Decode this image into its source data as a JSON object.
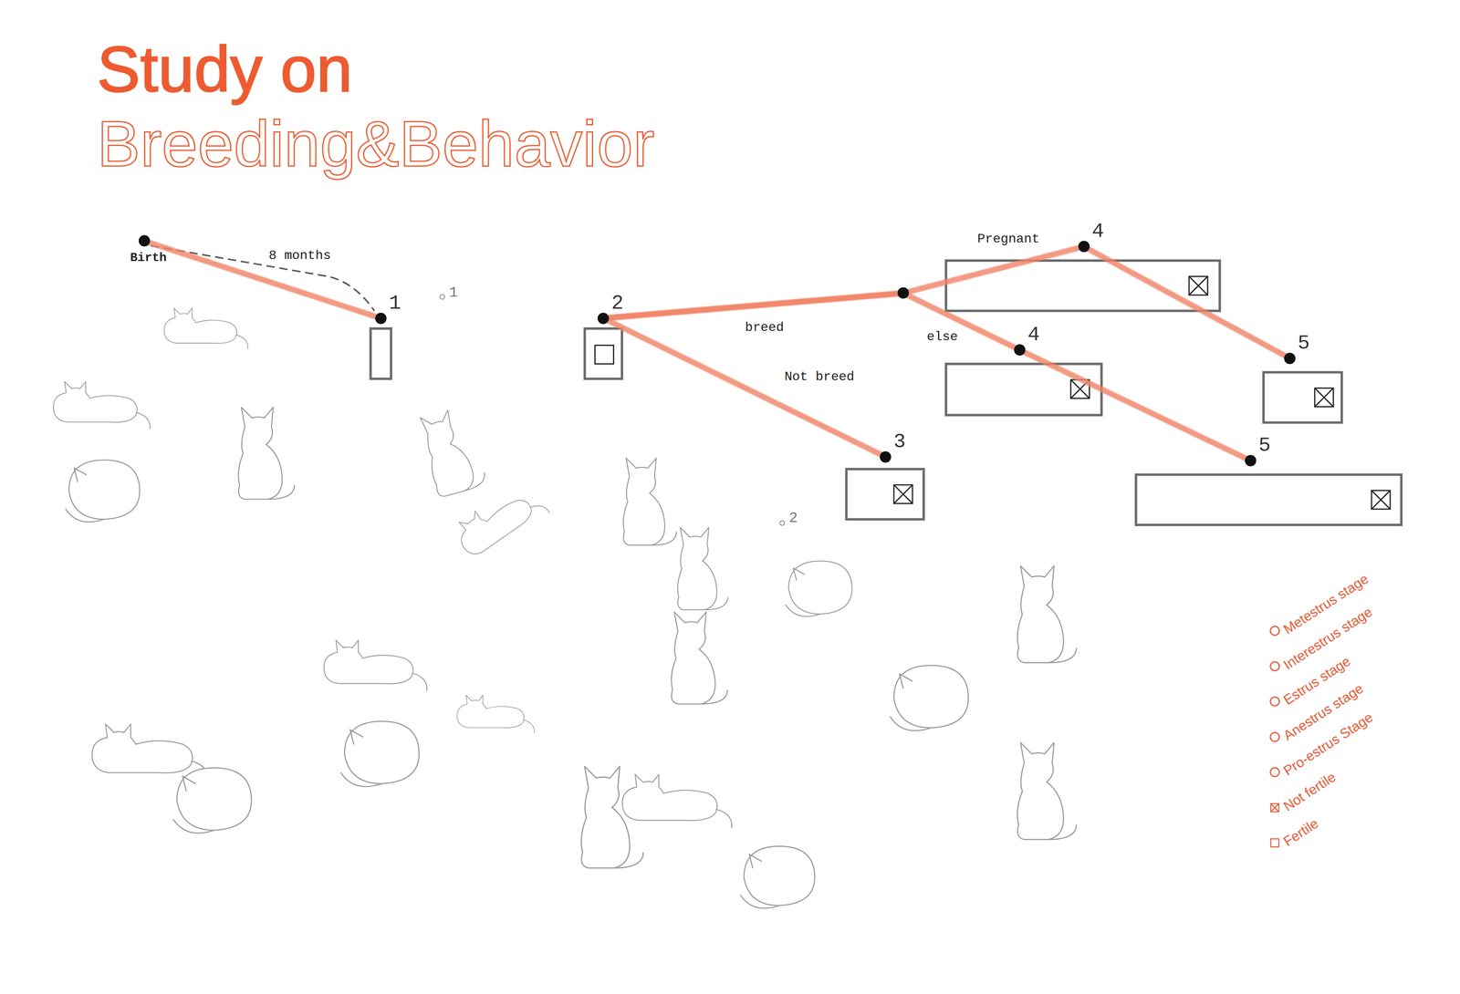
{
  "diagram": {
    "title": "Study on Breeding&Behavior",
    "nodes": [
      {
        "text": [
          "Birth"
        ]
      },
      {
        "text": [
          "1"
        ]
      },
      {
        "text": [
          "2"
        ]
      },
      {
        "text": [
          "3"
        ]
      },
      {
        "text": [
          "4"
        ]
      },
      {
        "text": [
          "4"
        ]
      },
      {
        "text": [
          "5"
        ]
      },
      {
        "text": [
          "5"
        ]
      }
    ],
    "edges": [
      {
        "from": 0,
        "to": 1,
        "arrow": "none"
      },
      {
        "from": 1,
        "to": 2,
        "arrow": "none"
      },
      {
        "from": 2,
        "to": 3,
        "arrow": "none"
      },
      {
        "from": 2,
        "to": 4,
        "arrow": "none"
      },
      {
        "from": 2,
        "to": 5,
        "arrow": "none"
      },
      {
        "from": 4,
        "to": 6,
        "arrow": "none"
      },
      {
        "from": 5,
        "to": 7,
        "arrow": "none"
      }
    ],
    "labels": [
      "8 months",
      "1",
      "breed",
      "Not breed",
      "Pregnant",
      "else",
      "2"
    ],
    "legend": [
      {
        "text": "Metestrus stage"
      },
      {
        "text": "Interestrus stage"
      },
      {
        "text": "Estrus stage"
      },
      {
        "text": "Anestrus stage"
      },
      {
        "text": "Pro-estrus Stage"
      },
      {
        "text": "Not fertile"
      },
      {
        "text": "Fertile"
      }
    ]
  }
}
